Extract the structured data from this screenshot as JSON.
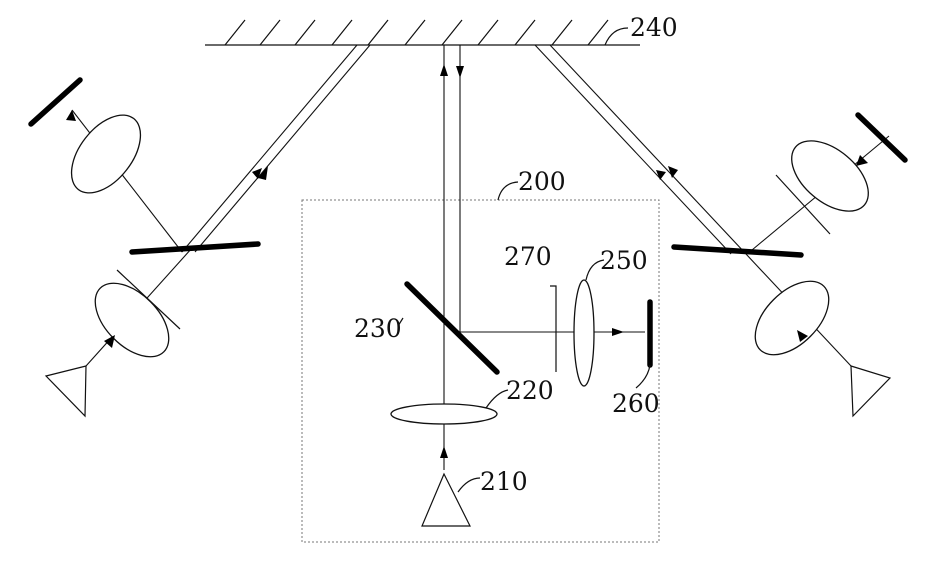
{
  "labels": {
    "ref_240": "240",
    "ref_200": "200",
    "ref_270": "270",
    "ref_250": "250",
    "ref_230": "230",
    "ref_220": "220",
    "ref_260": "260",
    "ref_210": "210"
  }
}
